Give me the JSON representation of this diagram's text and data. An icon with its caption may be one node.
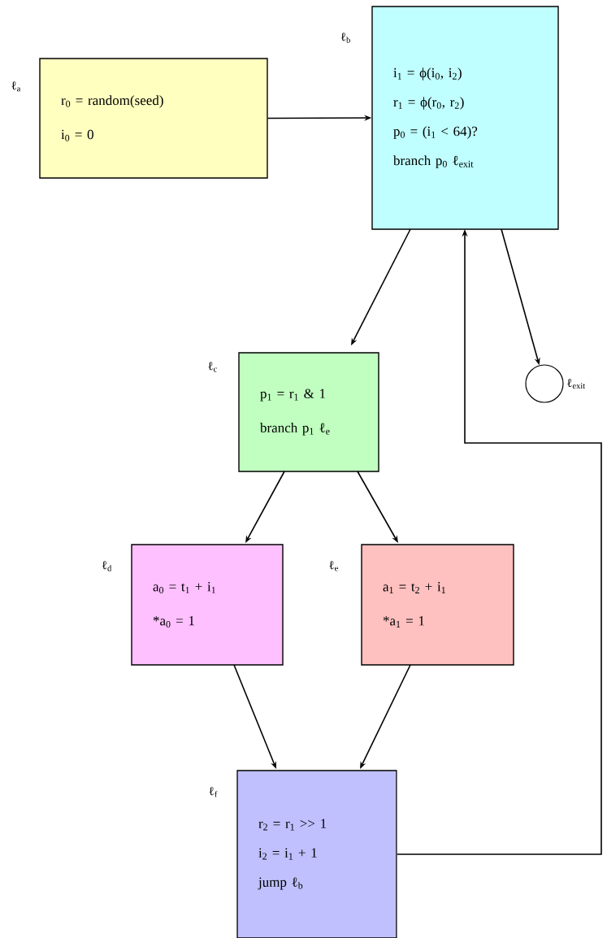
{
  "diagram": {
    "nodes": [
      {
        "text": [
          "r$_{0}$ = random(seed)",
          "i$_{0}$ = 0"
        ],
        "beside": [
          "ℓ$_{a}$"
        ]
      },
      {
        "text": [
          "i$_{1}$ = ϕ(i$_{0}$, i$_{2}$)",
          "r$_{1}$ = ϕ(r$_{0}$, r$_{2}$)",
          "p$_{0}$ = (i$_{1}$ < 64)?",
          "branch p$_{0}$ ℓ$_{exit}$"
        ],
        "beside": [
          "ℓ$_{b}$"
        ]
      },
      {
        "text": [
          "p$_{1}$ = r$_{1}$ & 1",
          "branch p$_{1}$ ℓ$_{e}$"
        ],
        "beside": [
          "ℓ$_{c}$"
        ]
      },
      {
        "text": [
          "a$_{0}$ = t$_{1}$ + i$_{1}$",
          "*a$_{0}$ = 1"
        ],
        "beside": [
          "ℓ$_{d}$"
        ]
      },
      {
        "text": [
          "a$_{1}$ = t$_{2}$ + i$_{1}$",
          "*a$_{1}$ = 1"
        ],
        "beside": [
          "ℓ$_{e}$"
        ]
      },
      {
        "text": [
          "r$_{2}$ = r$_{1}$ >> 1",
          "i$_{2}$ = i$_{1}$ + 1",
          "jump ℓ$_{b}$"
        ],
        "beside": [
          "ℓ$_{f}$"
        ]
      },
      {
        "text": [],
        "shape": "circle",
        "beside": [
          "ℓ$_{exit}$"
        ]
      }
    ],
    "edges": [
      {
        "from": 0,
        "to": 1,
        "arrow": "to"
      },
      {
        "from": 1,
        "to": 2,
        "arrow": "to"
      },
      {
        "from": 1,
        "to": 6,
        "arrow": "to"
      },
      {
        "from": 2,
        "to": 3,
        "arrow": "to"
      },
      {
        "from": 2,
        "to": 4,
        "arrow": "to"
      },
      {
        "from": 3,
        "to": 5,
        "arrow": "to"
      },
      {
        "from": 4,
        "to": 5,
        "arrow": "to"
      },
      {
        "from": 5,
        "to": 1,
        "arrow": "to"
      }
    ]
  }
}
